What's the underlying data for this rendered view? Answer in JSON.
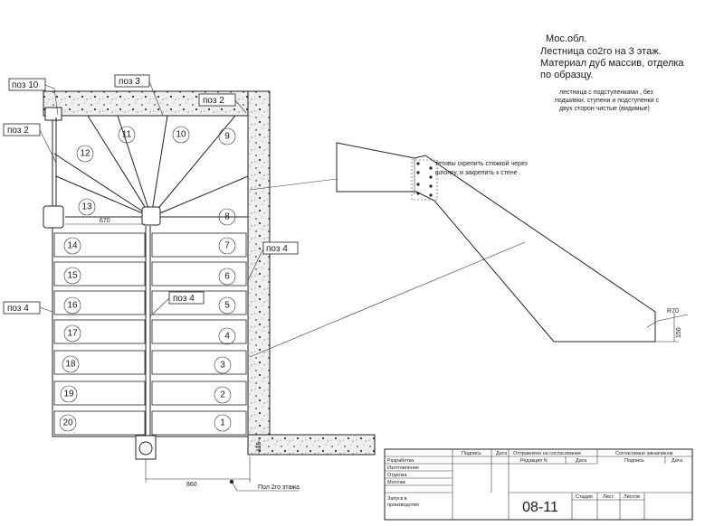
{
  "note": {
    "line1": "Мос.обл.",
    "line2": "Лестница со2го на 3 этаж.",
    "line3": "Материал дуб массив, отделка",
    "line4": "по образцу."
  },
  "spec": {
    "line1": "лестница с подступенками , без",
    "line2": "подшивки, ступени и подступенки с",
    "line3": "двух сторон чистые (видимые)"
  },
  "stringer_note": {
    "line1": "тетивы  скрепить стяжкой через",
    "line2": "шпонку, и закрепить к стене ."
  },
  "callouts": {
    "poz10": "поз 10",
    "poz3": "поз 3",
    "poz2_top": "поз 2",
    "poz2_left": "поз 2",
    "poz4_right": "поз 4",
    "poz4_center": "поз 4",
    "poz4_left": "поз 4"
  },
  "steps": {
    "s1": "1",
    "s2": "2",
    "s3": "3",
    "s4": "4",
    "s5": "5",
    "s6": "6",
    "s7": "7",
    "s8": "8",
    "s9": "9",
    "s10": "10",
    "s11": "11",
    "s12": "12",
    "s13": "13",
    "s14": "14",
    "s15": "15",
    "s16": "16",
    "s17": "17",
    "s18": "18",
    "s19": "19",
    "s20": "20"
  },
  "dims": {
    "d670": "670",
    "d860": "860",
    "d115": "115",
    "r70": "R70",
    "d150": "150"
  },
  "floor_label": "Пол 2го этажа",
  "title_block": {
    "sign1": "Подпись",
    "date1": "Дата",
    "sent": "Отправлено на согласование",
    "agreed": "Согласовано заказчиком",
    "dev": "Разработка",
    "edition": "Редакция N",
    "date2": "Дата",
    "sign2": "Подпись",
    "date3": "Дата",
    "make": "Изготовление",
    "otk": "Отделка",
    "mount": "Монтаж",
    "launch1": "Запуск в",
    "launch2": "производство",
    "drawing_no": "08-11",
    "stage": "Стадия",
    "sheet": "Лист",
    "sheets": "Листов"
  },
  "colors": {
    "paper": "#ffffff",
    "ink": "#1a1a1a",
    "concrete": "#e8e8e8"
  }
}
